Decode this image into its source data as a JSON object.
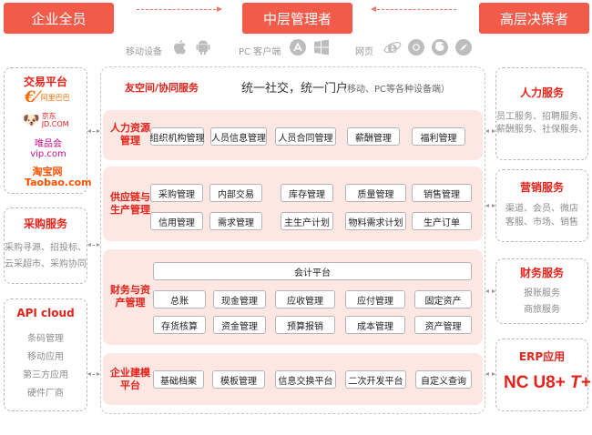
{
  "roles": {
    "left": "企业全员",
    "middle": "中层管理者",
    "right": "高层决策者"
  },
  "devices": {
    "mobile": "移动设备",
    "pc": "PC 客户端",
    "web": "网页"
  },
  "portal": {
    "title": "友空间/协同服务",
    "main": "统一社交，统一门户",
    "sub": "（移动、PC等各种设备端）"
  },
  "left_panels": {
    "trade": {
      "title": "交易平台",
      "logos": [
        "阿里巴巴",
        "京东 JD.COM",
        "唯品会 vip.com",
        "淘宝网 Taobao.com"
      ]
    },
    "purchase": {
      "title": "采购服务",
      "lines": [
        "采购寻源、招投标、",
        "云采超市、采购协同"
      ]
    },
    "api": {
      "title": "API cloud",
      "lines": [
        "条码管理",
        "移动应用",
        "第三方应用",
        "硬件厂商"
      ]
    }
  },
  "right_panels": {
    "hr": {
      "title": "人力服务",
      "lines": [
        "员工服务、招聘服务、",
        "薪酬服务、社保服务、"
      ]
    },
    "marketing": {
      "title": "营销服务",
      "lines": [
        "渠道、会员、微店",
        "客服、市场、销售"
      ]
    },
    "finance": {
      "title": "财务服务",
      "lines": [
        "报账服务",
        "商旅服务"
      ]
    },
    "erp": {
      "title": "ERP应用",
      "logos": [
        "NC",
        "U8+",
        "T+"
      ]
    }
  },
  "bands": {
    "hr": {
      "title_line1": "人力资源",
      "title_line2": "管理",
      "items": [
        "组织机构管理",
        "人员信息管理",
        "人员合同管理",
        "薪酬管理",
        "福利管理"
      ]
    },
    "supply": {
      "title_line1": "供应链与",
      "title_line2": "生产管理",
      "row1": [
        "采购管理",
        "内部交易",
        "库存管理",
        "质量管理",
        "销售管理"
      ],
      "row2": [
        "信用管理",
        "需求管理",
        "主生产计划",
        "物料需求计划",
        "生产订单"
      ]
    },
    "finance": {
      "title_line1": "财务与资",
      "title_line2": "产管理",
      "platform": "会计平台",
      "row1": [
        "总账",
        "现金管理",
        "应收管理",
        "应付管理",
        "固定资产"
      ],
      "row2": [
        "存货核算",
        "资金管理",
        "预算报销",
        "成本管理",
        "资产管理"
      ]
    },
    "modeling": {
      "title_line1": "企业建模",
      "title_line2": "平台",
      "items": [
        "基础档案",
        "模板管理",
        "信息交换平台",
        "二次开发平台",
        "自定义查询"
      ]
    }
  },
  "colors": {
    "accent": "#f25a4a",
    "title_red": "#e2231a",
    "band_bg": "#fde7e3"
  }
}
